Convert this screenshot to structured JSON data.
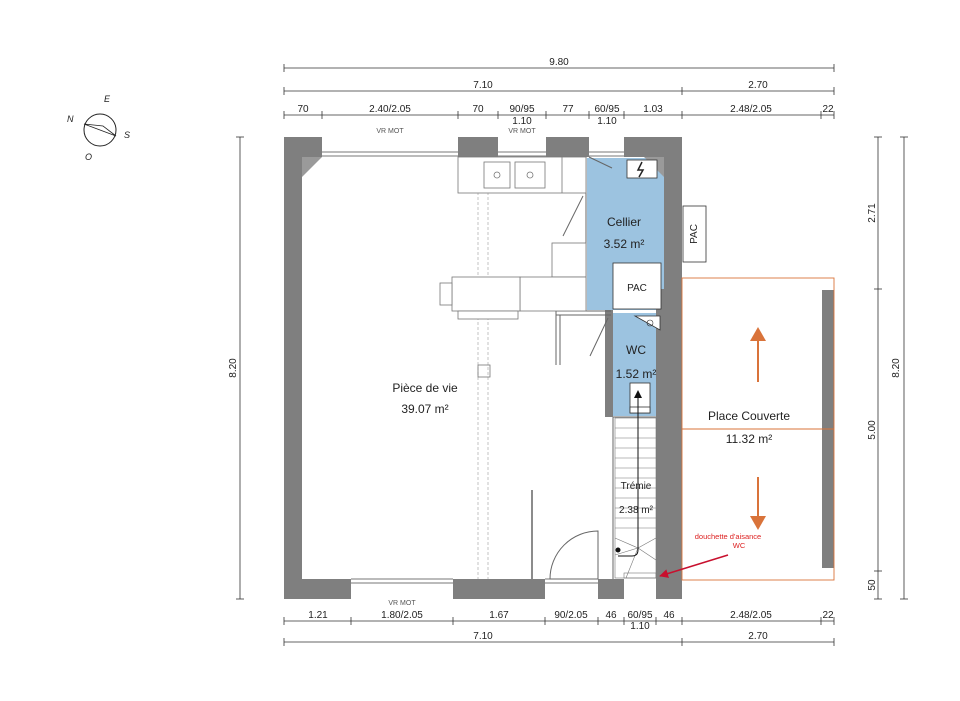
{
  "compass": {
    "n": "N",
    "e": "E",
    "s": "S",
    "o": "O"
  },
  "top_dims": {
    "overall": "9.80",
    "left_total": "7.10",
    "right_total": "2.70",
    "segments": [
      "70",
      "2.40/2.05",
      "70",
      "90/95",
      "77",
      "60/95",
      "1.03",
      "2.48/2.05",
      "22"
    ],
    "sub_a": "1.10",
    "sub_b": "1.10"
  },
  "bottom_dims": {
    "segments": [
      "1.21",
      "1.80/2.05",
      "1.67",
      "90/2.05",
      "46",
      "60/95",
      "46",
      "2.48/2.05",
      "22"
    ],
    "sub": "1.10",
    "left_total": "7.10",
    "right_total": "2.70"
  },
  "side_dims": {
    "left": "8.20",
    "right_total": "8.20",
    "right_top": "2.71",
    "right_mid": "5.00",
    "right_bottom": "50"
  },
  "window_labels": {
    "top_1": "VR MOT",
    "top_2": "VR MOT",
    "bottom": "VR MOT"
  },
  "rooms": {
    "living": {
      "name": "Pièce de vie",
      "area": "39.07 m²"
    },
    "cellier": {
      "name": "Cellier",
      "area": "3.52 m²"
    },
    "wc": {
      "name": "WC",
      "area": "1.52 m²"
    },
    "tremie": {
      "name": "Trémie",
      "area": "2.38 m²"
    },
    "place": {
      "name": "Place Couverte",
      "area": "11.32 m²"
    }
  },
  "equipment": {
    "pac_inside": "PAC",
    "pac_outside": "PAC"
  },
  "annotation": {
    "line1": "douchette d'aisance",
    "line2": "WC"
  },
  "colors": {
    "wall": "#7f7f7f",
    "room_fill": "#9cc3e0",
    "arrow": "#d9733a",
    "annotation": "#d22222"
  }
}
